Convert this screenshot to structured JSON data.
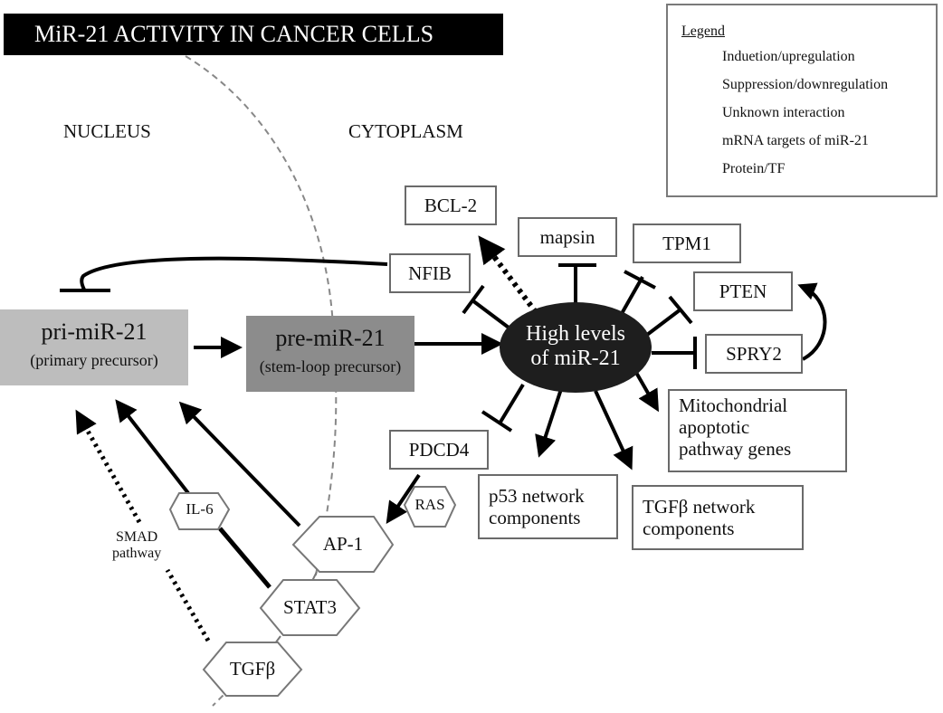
{
  "title": "MiR-21 ACTIVITY IN CANCER CELLS",
  "regions": {
    "nucleus": "NUCLEUS",
    "cytoplasm": "CYTOPLASM"
  },
  "legend": {
    "title": "Legend",
    "items": [
      {
        "symbol": "solid-arrow",
        "label": "Induetion/upregulation"
      },
      {
        "symbol": "t-bar",
        "label": "Suppression/downregulation"
      },
      {
        "symbol": "dotted-arrow",
        "label": "Unknown interaction"
      },
      {
        "symbol": "rectangle",
        "label": "mRNA targets of miR-21"
      },
      {
        "symbol": "hexagon",
        "label": "Protein/TF"
      }
    ]
  },
  "precursors": {
    "pri": {
      "name": "pri-miR-21",
      "desc": "(primary precursor)",
      "color": "#bdbdbd"
    },
    "pre": {
      "name": "pre-miR-21",
      "desc": "(stem-loop precursor)",
      "color": "#8c8c8c"
    }
  },
  "center": {
    "line1": "High levels",
    "line2": "of miR-21",
    "color": "#1e1e1e"
  },
  "mrna_targets": {
    "bcl2": "BCL-2",
    "mapsin": "mapsin",
    "tpm1": "TPM1",
    "nfib": "NFIB",
    "pten": "PTEN",
    "spry2": "SPRY2",
    "pdcd4": "PDCD4",
    "mito": [
      "Mitochondrial",
      "apoptotic",
      "pathway genes"
    ],
    "p53": [
      "p53 network",
      "components"
    ],
    "tgfb_net": [
      "TGFβ network",
      "components"
    ]
  },
  "proteins": {
    "il6": "IL-6",
    "ras": "RAS",
    "ap1": "AP-1",
    "stat3": "STAT3",
    "tgfb": "TGFβ"
  },
  "annotations": {
    "smad": [
      "SMAD",
      "pathway"
    ]
  },
  "interactions": [
    {
      "from": "pri-miR-21",
      "to": "pre-miR-21",
      "type": "induction"
    },
    {
      "from": "pre-miR-21",
      "to": "High levels of miR-21",
      "type": "induction"
    },
    {
      "from": "NFIB",
      "to": "pri-miR-21",
      "type": "suppression"
    },
    {
      "from": "High levels of miR-21",
      "to": "BCL-2",
      "type": "unknown"
    },
    {
      "from": "High levels of miR-21",
      "to": "NFIB",
      "type": "suppression"
    },
    {
      "from": "High levels of miR-21",
      "to": "mapsin",
      "type": "suppression"
    },
    {
      "from": "High levels of miR-21",
      "to": "TPM1",
      "type": "suppression"
    },
    {
      "from": "High levels of miR-21",
      "to": "PTEN",
      "type": "suppression"
    },
    {
      "from": "High levels of miR-21",
      "to": "SPRY2",
      "type": "suppression"
    },
    {
      "from": "High levels of miR-21",
      "to": "PDCD4",
      "type": "suppression"
    },
    {
      "from": "High levels of miR-21",
      "to": "Mitochondrial apoptotic pathway genes",
      "type": "induction"
    },
    {
      "from": "High levels of miR-21",
      "to": "p53 network components",
      "type": "induction"
    },
    {
      "from": "High levels of miR-21",
      "to": "TGFβ network components",
      "type": "induction"
    },
    {
      "from": "SPRY2",
      "to": "PTEN",
      "type": "induction"
    },
    {
      "from": "PDCD4",
      "to": "AP-1",
      "type": "induction"
    },
    {
      "from": "AP-1",
      "to": "pri-miR-21",
      "type": "induction"
    },
    {
      "from": "STAT3",
      "to": "pri-miR-21",
      "type": "induction",
      "via": "IL-6"
    },
    {
      "from": "TGFβ",
      "to": "pri-miR-21",
      "type": "unknown",
      "via": "SMAD pathway"
    }
  ]
}
